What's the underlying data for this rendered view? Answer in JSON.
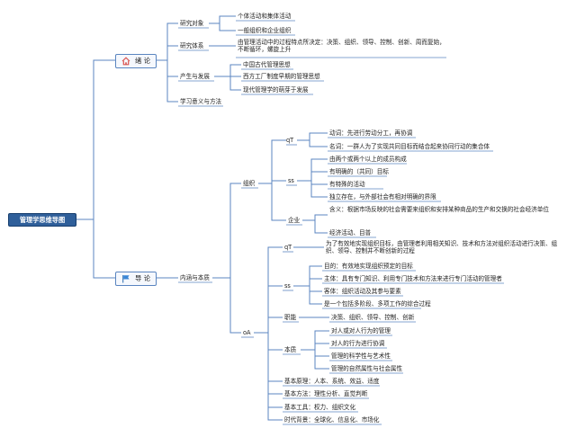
{
  "root": "管理学思维导图",
  "intro": {
    "label": "绪 论",
    "icon": "home-icon",
    "research_object": "研究对象",
    "research_object_items": [
      "个体活动和集体活动",
      "一般组织和企业组织"
    ],
    "research_system": "研究体系",
    "research_system_desc": "由管理活动中的过程特点所决定：决策、组织、领导、控制、创新、周而复始，不断循环，螺旋上升",
    "origin": "产生与发展",
    "origin_items": [
      "中国古代管理思想",
      "西方工厂制度早期的管理思想",
      "现代管理学的萌芽于发展"
    ],
    "method": "学习意义与方法"
  },
  "guide": {
    "label": "导 论",
    "icon": "flag-icon",
    "content": "内涵与本质",
    "org": {
      "label": "组织",
      "def_label": "qT",
      "def_items": [
        "动词：先进行劳动分工，再协调",
        "名词：一群人为了实现共同目标而结合起来协同行动的集合体"
      ],
      "feat_label": "ss",
      "feat_items": [
        "由两个或两个以上的成员构成",
        "有明确的（共同）目标",
        "有特殊的活动",
        "独立存在，与外部社会有相对明确的界限"
      ],
      "enterprise_label": "企业",
      "enterprise_meaning": "含义：根据市场反映的社会需要来组织和安排某种商品的生产和交换的社会经济单位",
      "enterprise_econ": "经济活动、目普"
    },
    "mgmt": {
      "label": "oA",
      "def_label": "qT",
      "def_text": "为了有效地实现组织目标，由管理者利用相关知识、技术和方法对组织活动进行决策、组织、领导、控制并不断创新的过程",
      "feat_label": "ss",
      "feat_items": [
        "目的：有效地实现组织预定的目标",
        "主体：具有专门知识、利用专门技术和方法来进行专门活动的管理者",
        "客体：组织活动及其参与要素",
        "是一个包括多阶段、多项工作的综合过程"
      ],
      "func_label": "职能",
      "func_text": "决策、组织、领导、控制、创新",
      "essence_label": "本质",
      "essence_items": [
        "对人或对人行为的管理",
        "对人的行为进行协调",
        "管理的科学性与艺术性",
        "管理的自然属性与社会属性"
      ],
      "extras": [
        "基本原理：人本、系统、效益、适度",
        "基本方法：理性分析、直觉判断",
        "基本工具：权力、组织文化",
        "时代背景：全球化、信息化、市场化"
      ]
    }
  }
}
